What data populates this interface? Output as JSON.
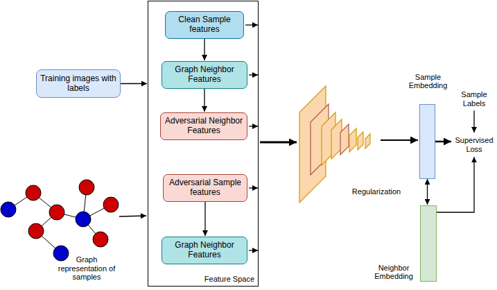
{
  "diagram": {
    "nodes": [
      {
        "text": [
          "Training images with labels"
        ]
      },
      {
        "text": [
          "Feature Space"
        ]
      },
      {
        "text": [
          "Clean Sample features"
        ],
        "in": 1
      },
      {
        "text": [
          "Graph Neighbor Features"
        ],
        "in": 1
      },
      {
        "text": [
          "Adversarial Neighbor Features"
        ],
        "in": 1
      },
      {
        "text": [
          "Adversarial Sample features"
        ],
        "in": 1
      },
      {
        "text": [
          "Graph Neighbor Features"
        ],
        "in": 1
      },
      {
        "text": [
          "Sample Embedding"
        ]
      },
      {
        "text": [
          "Neighbor Embedding"
        ]
      },
      {
        "text": [
          "Supervised Loss"
        ]
      },
      {
        "text": [
          "Sample Labels"
        ]
      }
    ],
    "edges": [
      {
        "from": 0,
        "to": 1,
        "arrow": "to"
      },
      {
        "from": 2,
        "to": 1,
        "arrow": "to"
      },
      {
        "from": 3,
        "to": 1,
        "arrow": "to"
      },
      {
        "from": 4,
        "to": 1,
        "arrow": "to"
      },
      {
        "from": 5,
        "to": 1,
        "arrow": "to"
      },
      {
        "from": 6,
        "to": 1,
        "arrow": "to"
      },
      {
        "from": 2,
        "to": 3,
        "arrow": "to"
      },
      {
        "from": 3,
        "to": 4,
        "arrow": "to"
      },
      {
        "from": 5,
        "to": 6,
        "arrow": "to"
      },
      {
        "from": 7,
        "to": 9,
        "arrow": "to"
      },
      {
        "from": 10,
        "to": 9,
        "arrow": "to"
      },
      {
        "from": 7,
        "to": 8,
        "arrow": "both"
      },
      {
        "from": 8,
        "to": 9,
        "arrow": "to"
      }
    ],
    "labels": [
      "Regularization",
      "Graph representation of samples"
    ]
  }
}
